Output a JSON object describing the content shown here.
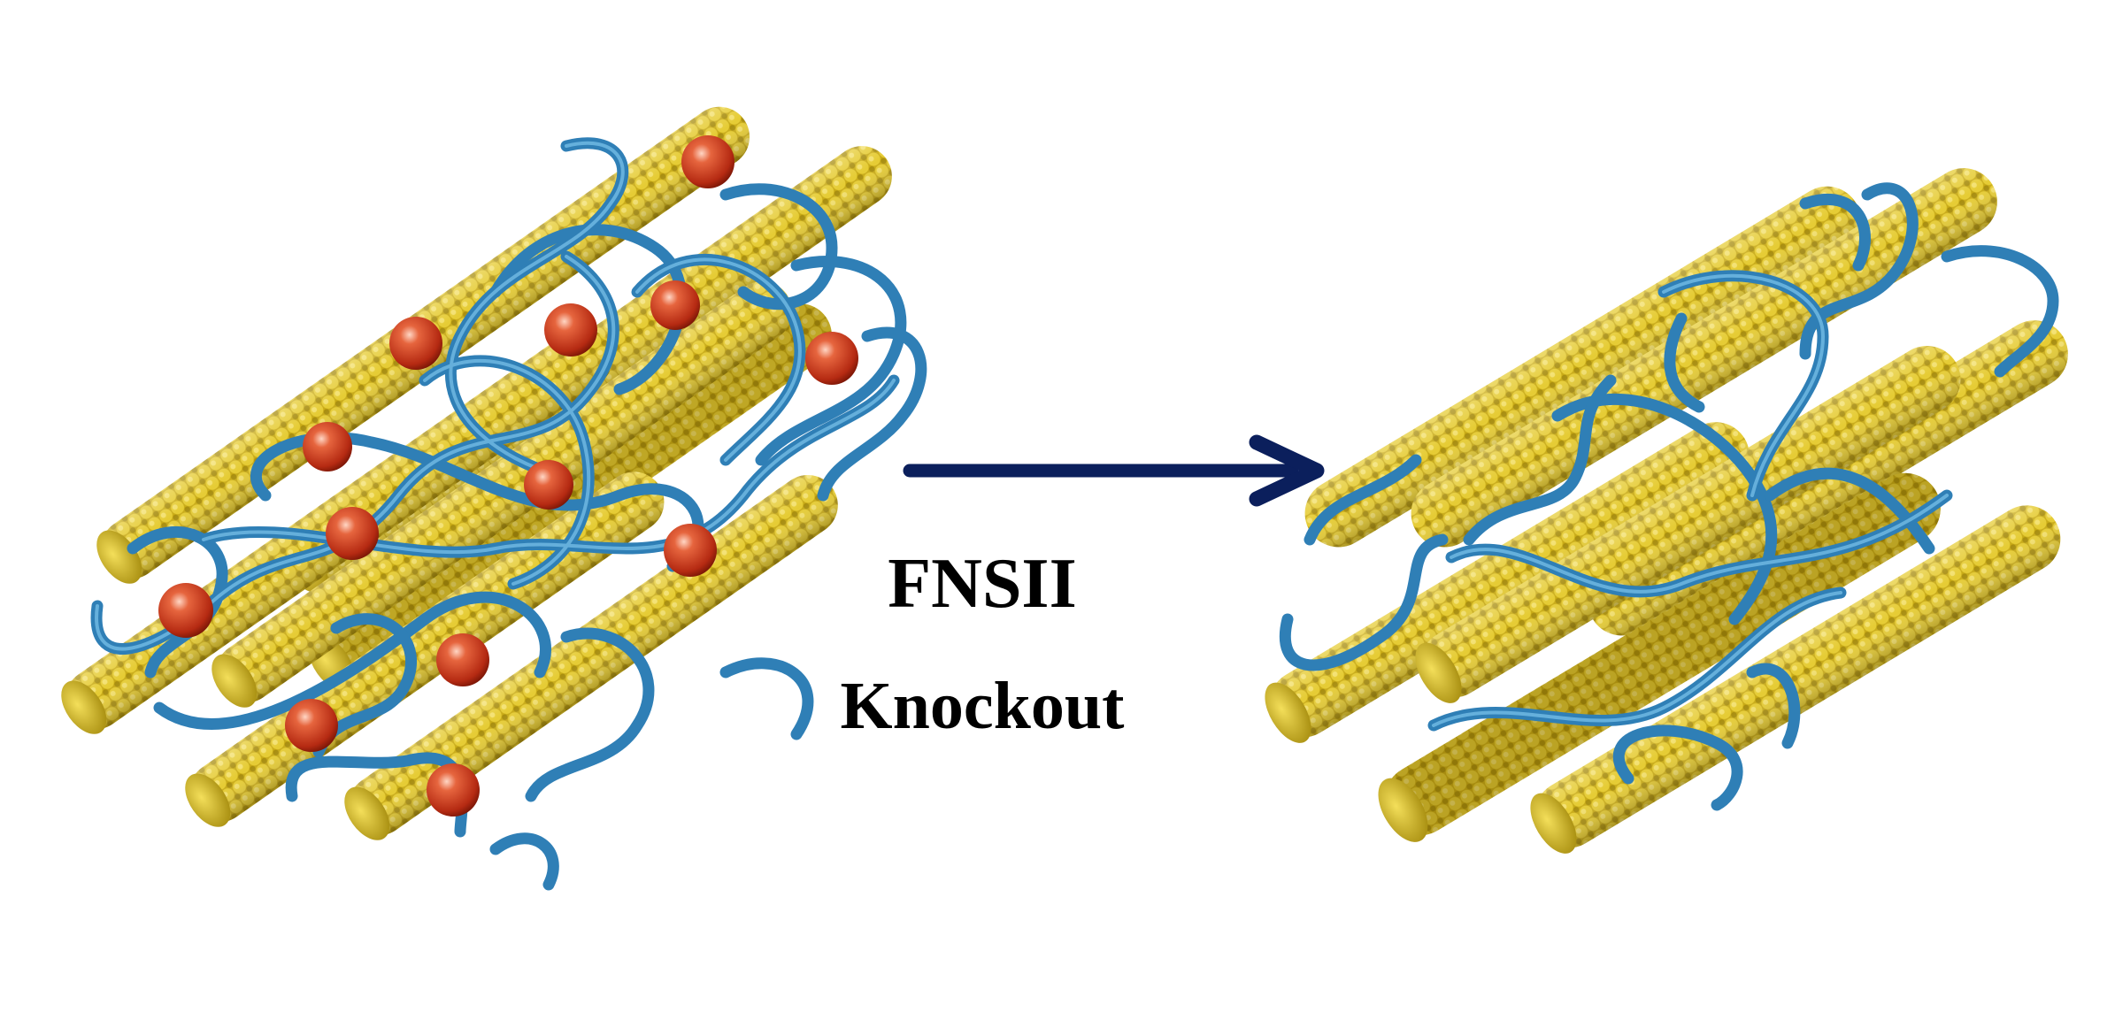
{
  "caption": {
    "line1": "FNSII",
    "line2": "Knockout"
  },
  "colors": {
    "fiber_gold": "#d4b81c",
    "fiber_gold_dark": "#8f7a08",
    "fiber_gold_light": "#f2dc52",
    "chain_blue": "#3a8fc6",
    "chain_blue_light": "#74c0ea",
    "bead_red": "#c83218",
    "arrow_navy": "#0b1f5c"
  },
  "panels": [
    {
      "name": "before",
      "has_red_beads": true
    },
    {
      "name": "after",
      "has_red_beads": false
    }
  ]
}
